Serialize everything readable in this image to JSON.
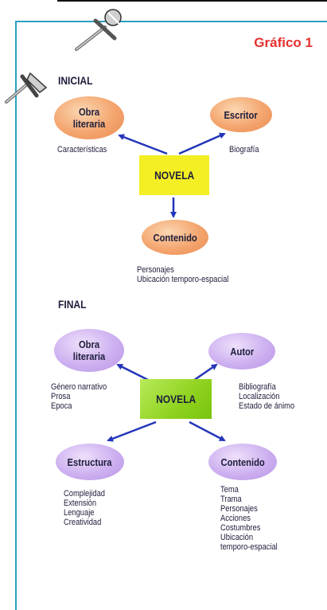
{
  "title": "Gráfico 1",
  "inicial": {
    "heading": "INICIAL",
    "center": "NOVELA",
    "obra": "Obra literaria",
    "escritor": "Escritor",
    "contenido": "Contenido",
    "obra_note": "Características",
    "escritor_note": "Biografía",
    "contenido_notes": [
      "Personajes",
      "Ubicación temporo-espacial"
    ]
  },
  "final": {
    "heading": "FINAL",
    "center": "NOVELA",
    "obra": "Obra literaria",
    "autor": "Autor",
    "estructura": "Estructura",
    "contenido": "Contenido",
    "obra_notes": [
      "Género narrativo",
      "Prosa",
      "Epoca"
    ],
    "autor_notes": [
      "Bibliografía",
      "Localización",
      "Estado de ánimo"
    ],
    "estructura_notes": [
      "Complejidad",
      "Extensión",
      "Lenguaje",
      "Creatividad"
    ],
    "contenido_notes": [
      "Tema",
      "Trama",
      "Personajes",
      "Acciones",
      "Costumbres",
      "Ubicación",
      "temporo-espacial"
    ]
  },
  "colors": {
    "frame": "#2c9fc4",
    "title": "#e5312f",
    "arrow": "#2335b8",
    "inicial_node": "#f4a56e",
    "final_node": "#cdb0f0",
    "inicial_center": "#f4ee24",
    "final_center": "#8fd21e"
  }
}
